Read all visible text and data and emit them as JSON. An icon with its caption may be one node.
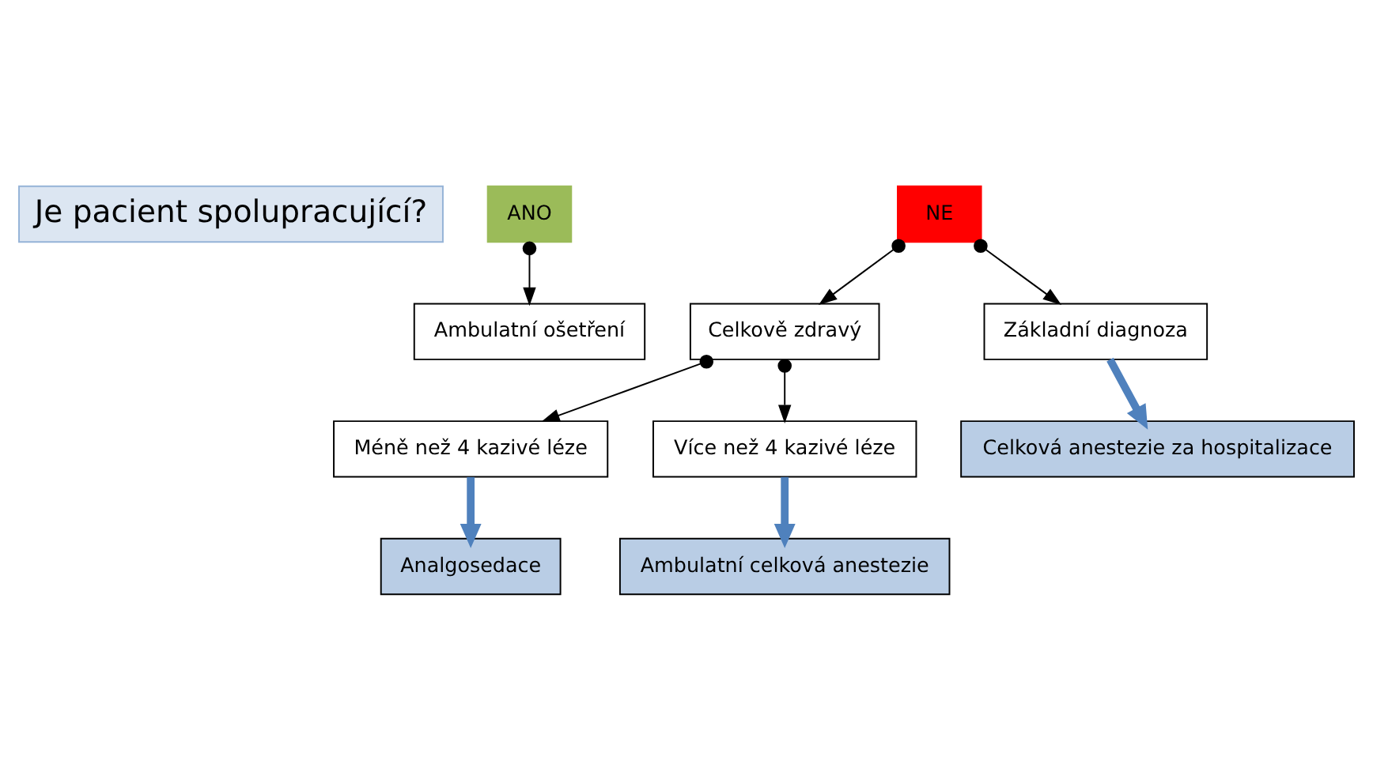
{
  "diagram": {
    "nodes": [
      {
        "text": [
          "Je pacient spolupracující?"
        ]
      },
      {
        "text": [
          "ANO"
        ]
      },
      {
        "text": [
          "NE"
        ]
      },
      {
        "text": [
          "Ambulatní ošetření"
        ]
      },
      {
        "text": [
          "Celkově zdravý"
        ]
      },
      {
        "text": [
          "Základní diagnoza"
        ]
      },
      {
        "text": [
          "Celková anestezie za hospitalizace"
        ]
      },
      {
        "text": [
          "Méně než 4 kazivé léze"
        ]
      },
      {
        "text": [
          "Více než 4 kazivé léze"
        ]
      },
      {
        "text": [
          "Analgosedace"
        ]
      },
      {
        "text": [
          "Ambulatní celková anestezie"
        ]
      }
    ],
    "edges": [
      {
        "from": 1,
        "to": 3,
        "arrow": "to"
      },
      {
        "from": 2,
        "to": 4,
        "arrow": "to"
      },
      {
        "from": 2,
        "to": 5,
        "arrow": "to"
      },
      {
        "from": 5,
        "to": 6,
        "arrow": "to",
        "style": "thick",
        "color": "#4f81bd"
      },
      {
        "from": 4,
        "to": 7,
        "arrow": "to"
      },
      {
        "from": 4,
        "to": 8,
        "arrow": "to"
      },
      {
        "from": 7,
        "to": 9,
        "arrow": "to",
        "style": "thick",
        "color": "#4f81bd"
      },
      {
        "from": 8,
        "to": 10,
        "arrow": "to",
        "style": "thick",
        "color": "#4f81bd"
      }
    ]
  }
}
